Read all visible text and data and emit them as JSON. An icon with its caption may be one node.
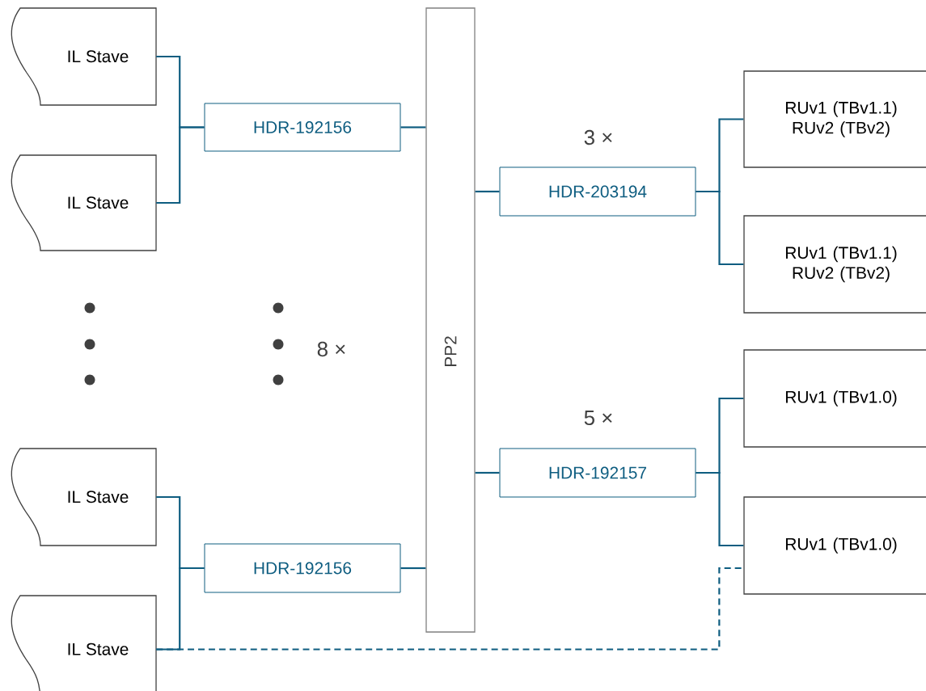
{
  "diagram": {
    "nodes": [
      {
        "text": [
          "IL Stave"
        ]
      },
      {
        "text": [
          "IL Stave"
        ]
      },
      {
        "text": [
          "HDR-192156"
        ]
      },
      {
        "text": [
          "PP2"
        ]
      },
      {
        "text": [
          "HDR-203194"
        ]
      },
      {
        "text": [
          "RUv1 (TBv1.1) RUv2 (TBv2)"
        ]
      },
      {
        "text": [
          "RUv1 (TBv1.1) RUv2 (TBv2)"
        ]
      },
      {
        "text": [
          "HDR-192157"
        ]
      },
      {
        "text": [
          "RUv1 (TBv1.0)"
        ]
      },
      {
        "text": [
          "RUv1 (TBv1.0)"
        ]
      },
      {
        "text": [
          "IL Stave"
        ]
      },
      {
        "text": [
          "IL Stave"
        ]
      },
      {
        "text": [
          "HDR-192156"
        ]
      }
    ],
    "edges": [
      {
        "from": 0,
        "to": 2,
        "arrow": "none"
      },
      {
        "from": 1,
        "to": 2,
        "arrow": "none"
      },
      {
        "from": 2,
        "to": 3,
        "arrow": "none"
      },
      {
        "from": 3,
        "to": 4,
        "arrow": "none"
      },
      {
        "from": 4,
        "to": 5,
        "arrow": "none"
      },
      {
        "from": 4,
        "to": 6,
        "arrow": "none"
      },
      {
        "from": 3,
        "to": 7,
        "arrow": "none"
      },
      {
        "from": 7,
        "to": 8,
        "arrow": "none"
      },
      {
        "from": 7,
        "to": 9,
        "arrow": "none"
      },
      {
        "from": 10,
        "to": 12,
        "arrow": "none"
      },
      {
        "from": 11,
        "to": 12,
        "arrow": "none"
      },
      {
        "from": 12,
        "to": 3,
        "arrow": "none"
      },
      {
        "from": 11,
        "to": 9,
        "arrow": "none",
        "style": "dashed"
      }
    ],
    "labels": [
      "3 ×",
      "8 ×",
      "5 ×"
    ]
  }
}
